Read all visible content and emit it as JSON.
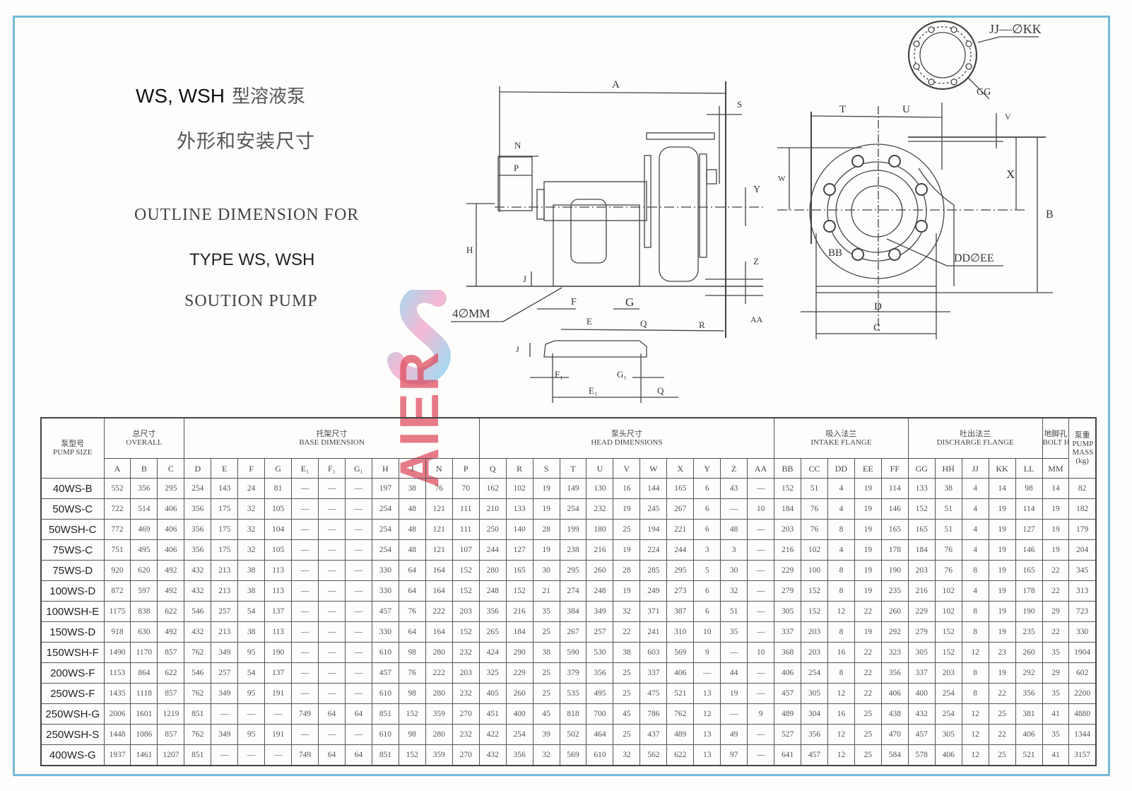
{
  "title": {
    "line1_latin": "WS, WSH",
    "line1_cn": "型溶液泵",
    "line2_cn": "外形和安装尺寸",
    "en_line1": "OUTLINE  DIMENSION  FOR",
    "en_line2": "TYPE WS, WSH",
    "en_line3": "SOUTION  PUMP"
  },
  "logo": {
    "text": "SAIER",
    "letters": "AIER",
    "colors": {
      "pink": "#f3a6c8",
      "blue": "#8fd0ee",
      "red": "#de465a"
    }
  },
  "frame_color": "#74b9d6",
  "side_view": {
    "labels": {
      "A": "A",
      "S": "S",
      "N": "N",
      "P": "P",
      "H": "H",
      "J": "J",
      "Y": "Y",
      "Z": "Z",
      "AA": "AA",
      "F": "F",
      "G": "G",
      "E": "E",
      "Q": "Q",
      "R": "R",
      "MM": "4∅MM",
      "J2": "J",
      "E1": "E₁",
      "F1": "F₁",
      "G1": "G₁",
      "E1b": "E₁",
      "Q2": "Q"
    }
  },
  "front_view": {
    "labels": {
      "JJKK": "JJ—∅KK",
      "GG": "GG",
      "T": "T",
      "U": "U",
      "V": "V",
      "W": "W",
      "X": "X",
      "B": "B",
      "BB": "BB",
      "DDEE": "DD∅EE",
      "D": "D",
      "C": "C"
    }
  },
  "table": {
    "groups": [
      {
        "cn": "泵型号",
        "en": "PUMP SIZE",
        "span": 1,
        "rowspan": 2
      },
      {
        "cn": "总尺寸",
        "en": "OVERALL",
        "span": 3
      },
      {
        "cn": "托架尺寸",
        "en": "BASE DIMENSION",
        "span": 11
      },
      {
        "cn": "泵头尺寸",
        "en": "HEAD DIMENSIONS",
        "span": 11
      },
      {
        "cn": "吸入法兰",
        "en": "INTAKE FLANGE",
        "span": 5
      },
      {
        "cn": "吐出法兰",
        "en": "DISCHARGE FLANGE",
        "span": 5
      },
      {
        "cn": "地脚孔",
        "en": "BOLT HOLES",
        "span": 1
      },
      {
        "cn": "泵重",
        "en": "PUMP MASS (kg)",
        "span": 1,
        "rowspan": 2
      }
    ],
    "columns": [
      "A",
      "B",
      "C",
      "D",
      "E",
      "F",
      "G",
      "E₁",
      "F₁",
      "G₁",
      "H",
      "J",
      "N",
      "P",
      "Q",
      "R",
      "S",
      "T",
      "U",
      "V",
      "W",
      "X",
      "Y",
      "Z",
      "AA",
      "BB",
      "CC",
      "DD",
      "EE",
      "FF",
      "GG",
      "HH",
      "JJ",
      "KK",
      "LL",
      "MM"
    ],
    "rows": [
      [
        "40WS-B",
        "552",
        "356",
        "295",
        "254",
        "143",
        "24",
        "81",
        "—",
        "—",
        "—",
        "197",
        "38",
        "76",
        "70",
        "162",
        "102",
        "19",
        "149",
        "130",
        "16",
        "144",
        "165",
        "6",
        "43",
        "—",
        "152",
        "51",
        "4",
        "19",
        "114",
        "133",
        "38",
        "4",
        "14",
        "98",
        "14",
        "82"
      ],
      [
        "50WS-C",
        "722",
        "514",
        "406",
        "356",
        "175",
        "32",
        "105",
        "—",
        "—",
        "—",
        "254",
        "48",
        "121",
        "111",
        "210",
        "133",
        "19",
        "254",
        "232",
        "19",
        "245",
        "267",
        "6",
        "—",
        "10",
        "184",
        "76",
        "4",
        "19",
        "146",
        "152",
        "51",
        "4",
        "19",
        "114",
        "19",
        "182"
      ],
      [
        "50WSH-C",
        "772",
        "469",
        "406",
        "356",
        "175",
        "32",
        "104",
        "—",
        "—",
        "—",
        "254",
        "48",
        "121",
        "111",
        "250",
        "140",
        "28",
        "199",
        "180",
        "25",
        "194",
        "221",
        "6",
        "48",
        "—",
        "203",
        "76",
        "8",
        "19",
        "165",
        "165",
        "51",
        "4",
        "19",
        "127",
        "19",
        "179"
      ],
      [
        "75WS-C",
        "751",
        "495",
        "406",
        "356",
        "175",
        "32",
        "105",
        "—",
        "—",
        "—",
        "254",
        "48",
        "121",
        "107",
        "244",
        "127",
        "19",
        "238",
        "216",
        "19",
        "224",
        "244",
        "3",
        "3",
        "—",
        "216",
        "102",
        "4",
        "19",
        "178",
        "184",
        "76",
        "4",
        "19",
        "146",
        "19",
        "204"
      ],
      [
        "75WS-D",
        "920",
        "620",
        "492",
        "432",
        "213",
        "38",
        "113",
        "—",
        "—",
        "—",
        "330",
        "64",
        "164",
        "152",
        "280",
        "165",
        "30",
        "295",
        "260",
        "28",
        "285",
        "295",
        "5",
        "30",
        "—",
        "229",
        "100",
        "8",
        "19",
        "190",
        "203",
        "76",
        "8",
        "19",
        "165",
        "22",
        "345"
      ],
      [
        "100WS-D",
        "872",
        "597",
        "492",
        "432",
        "213",
        "38",
        "113",
        "—",
        "—",
        "—",
        "330",
        "64",
        "164",
        "152",
        "248",
        "152",
        "21",
        "274",
        "248",
        "19",
        "249",
        "273",
        "6",
        "32",
        "—",
        "279",
        "152",
        "8",
        "19",
        "235",
        "216",
        "102",
        "4",
        "19",
        "178",
        "22",
        "313"
      ],
      [
        "100WSH-E",
        "1175",
        "838",
        "622",
        "546",
        "257",
        "54",
        "137",
        "—",
        "—",
        "—",
        "457",
        "76",
        "222",
        "203",
        "356",
        "216",
        "35",
        "384",
        "349",
        "32",
        "371",
        "387",
        "6",
        "51",
        "—",
        "305",
        "152",
        "12",
        "22",
        "260",
        "229",
        "102",
        "8",
        "19",
        "190",
        "29",
        "723"
      ],
      [
        "150WS-D",
        "918",
        "630",
        "492",
        "432",
        "213",
        "38",
        "113",
        "—",
        "—",
        "—",
        "330",
        "64",
        "164",
        "152",
        "265",
        "184",
        "25",
        "267",
        "257",
        "22",
        "241",
        "310",
        "10",
        "35",
        "—",
        "337",
        "203",
        "8",
        "19",
        "292",
        "279",
        "152",
        "8",
        "19",
        "235",
        "22",
        "330"
      ],
      [
        "150WSH-F",
        "1490",
        "1170",
        "857",
        "762",
        "349",
        "95",
        "190",
        "—",
        "—",
        "—",
        "610",
        "98",
        "280",
        "232",
        "424",
        "290",
        "38",
        "590",
        "530",
        "38",
        "603",
        "569",
        "9",
        "—",
        "10",
        "368",
        "203",
        "16",
        "22",
        "323",
        "305",
        "152",
        "12",
        "23",
        "260",
        "35",
        "1904"
      ],
      [
        "200WS-F",
        "1153",
        "864",
        "622",
        "546",
        "257",
        "54",
        "137",
        "—",
        "—",
        "—",
        "457",
        "76",
        "222",
        "203",
        "325",
        "229",
        "25",
        "379",
        "356",
        "25",
        "337",
        "406",
        "—",
        "44",
        "—",
        "406",
        "254",
        "8",
        "22",
        "356",
        "337",
        "203",
        "8",
        "19",
        "292",
        "29",
        "602"
      ],
      [
        "250WS-F",
        "1435",
        "1118",
        "857",
        "762",
        "349",
        "95",
        "191",
        "—",
        "—",
        "—",
        "610",
        "98",
        "280",
        "232",
        "405",
        "260",
        "25",
        "535",
        "495",
        "25",
        "475",
        "521",
        "13",
        "19",
        "—",
        "457",
        "305",
        "12",
        "22",
        "406",
        "400",
        "254",
        "8",
        "22",
        "356",
        "35",
        "2200"
      ],
      [
        "250WSH-G",
        "2006",
        "1601",
        "1219",
        "851",
        "—",
        "—",
        "—",
        "749",
        "64",
        "64",
        "851",
        "152",
        "359",
        "270",
        "451",
        "400",
        "45",
        "818",
        "700",
        "45",
        "786",
        "762",
        "12",
        "—",
        "9",
        "489",
        "304",
        "16",
        "25",
        "438",
        "432",
        "254",
        "12",
        "25",
        "381",
        "41",
        "4880"
      ],
      [
        "250WSH-S",
        "1448",
        "1086",
        "857",
        "762",
        "349",
        "95",
        "191",
        "—",
        "—",
        "—",
        "610",
        "98",
        "280",
        "232",
        "422",
        "254",
        "39",
        "502",
        "464",
        "25",
        "437",
        "489",
        "13",
        "49",
        "—",
        "527",
        "356",
        "12",
        "25",
        "470",
        "457",
        "305",
        "12",
        "22",
        "406",
        "35",
        "1344"
      ],
      [
        "400WS-G",
        "1937",
        "1461",
        "1207",
        "851",
        "—",
        "—",
        "—",
        "749",
        "64",
        "64",
        "851",
        "152",
        "359",
        "270",
        "432",
        "356",
        "32",
        "569",
        "610",
        "32",
        "562",
        "622",
        "13",
        "97",
        "—",
        "641",
        "457",
        "12",
        "25",
        "584",
        "578",
        "406",
        "12",
        "25",
        "521",
        "41",
        "3157"
      ]
    ]
  }
}
